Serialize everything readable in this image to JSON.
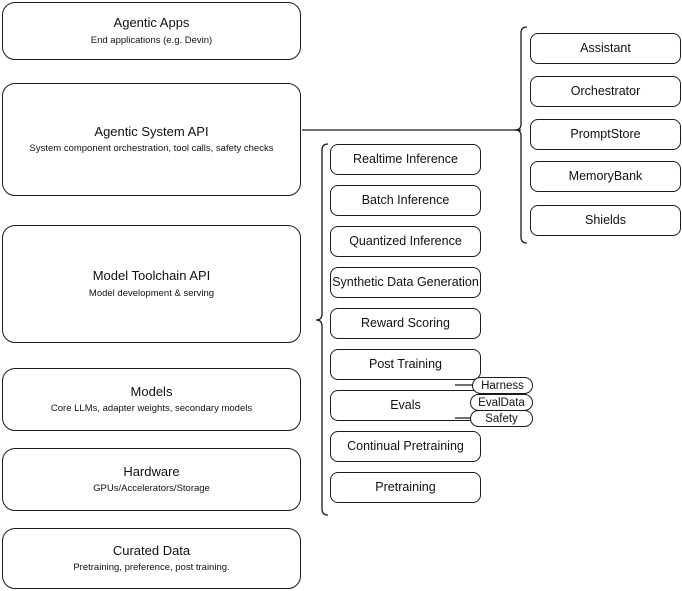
{
  "diagram": {
    "type": "layered-architecture-stack",
    "layers": [
      {
        "title": "Agentic Apps",
        "subtitle": "End applications (e.g. Devin)"
      },
      {
        "title": "Agentic System API",
        "subtitle": "System component orchestration, tool calls, safety checks"
      },
      {
        "title": "Model Toolchain API",
        "subtitle": "Model development & serving"
      },
      {
        "title": "Models",
        "subtitle": "Core LLMs, adapter weights, secondary models"
      },
      {
        "title": "Hardware",
        "subtitle": "GPUs/Accelerators/Storage"
      },
      {
        "title": "Curated Data",
        "subtitle": "Pretraining, preference, post training."
      }
    ],
    "toolchain_capabilities": [
      {
        "label": "Realtime Inference"
      },
      {
        "label": "Batch Inference"
      },
      {
        "label": "Quantized Inference"
      },
      {
        "label": "Synthetic Data Generation"
      },
      {
        "label": "Reward Scoring"
      },
      {
        "label": "Post Training"
      },
      {
        "label": "Evals"
      },
      {
        "label": "Continual Pretraining"
      },
      {
        "label": "Pretraining"
      }
    ],
    "agentic_components": [
      {
        "label": "Assistant"
      },
      {
        "label": "Orchestrator"
      },
      {
        "label": "PromptStore"
      },
      {
        "label": "MemoryBank"
      },
      {
        "label": "Shields"
      }
    ],
    "eval_pills": [
      {
        "label": "Harness"
      },
      {
        "label": "EvalData"
      },
      {
        "label": "Safety"
      }
    ],
    "colors": {
      "stroke": "#1a1a1a",
      "background": "#ffffff",
      "text": "#111111"
    }
  }
}
